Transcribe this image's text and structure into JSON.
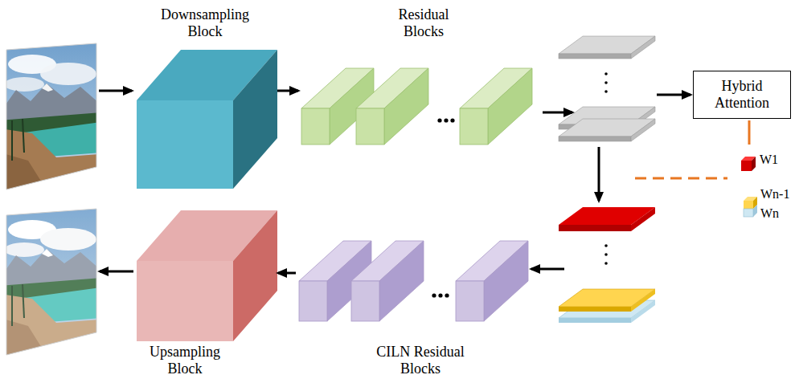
{
  "diagram": {
    "nodes": [
      {
        "text": [
          "Downsampling Block"
        ]
      },
      {
        "text": [
          "Residual Blocks"
        ]
      },
      {
        "text": [
          "Hybrid Attention"
        ]
      },
      {
        "text": [
          "CILN Residual Blocks"
        ]
      },
      {
        "text": [
          "Upsampling Block"
        ]
      }
    ],
    "edges": [
      {
        "from": 0,
        "to": 1,
        "arrow": "to"
      },
      {
        "from": 3,
        "to": 4,
        "arrow": "to"
      }
    ],
    "labels": [
      "W1",
      "Wn-1",
      "Wn"
    ]
  }
}
